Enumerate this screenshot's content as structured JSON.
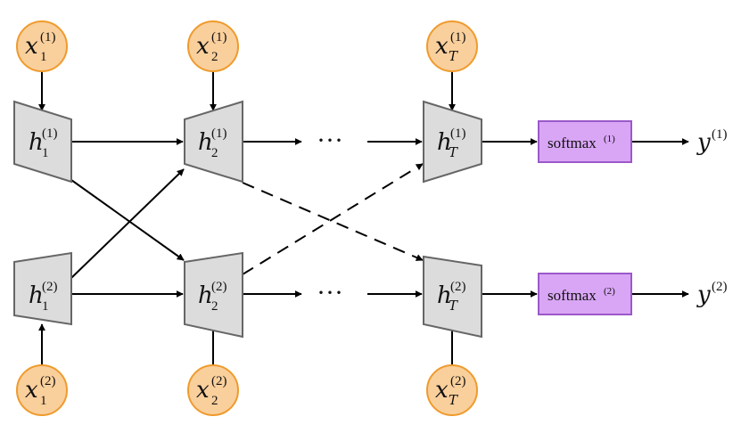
{
  "diagram": {
    "inputs_top": [
      {
        "base": "x",
        "sub": "1",
        "sup": "(1)"
      },
      {
        "base": "x",
        "sub": "2",
        "sup": "(1)"
      },
      {
        "base": "x",
        "sub": "T",
        "sup": "(1)"
      }
    ],
    "inputs_bottom": [
      {
        "base": "x",
        "sub": "1",
        "sup": "(2)"
      },
      {
        "base": "x",
        "sub": "2",
        "sup": "(2)"
      },
      {
        "base": "x",
        "sub": "T",
        "sup": "(2)"
      }
    ],
    "hidden_top": [
      {
        "base": "h",
        "sub": "1",
        "sup": "(1)"
      },
      {
        "base": "h",
        "sub": "2",
        "sup": "(1)"
      },
      {
        "base": "h",
        "sub": "T",
        "sup": "(1)"
      }
    ],
    "hidden_bottom": [
      {
        "base": "h",
        "sub": "1",
        "sup": "(2)"
      },
      {
        "base": "h",
        "sub": "2",
        "sup": "(2)"
      },
      {
        "base": "h",
        "sub": "T",
        "sup": "(2)"
      }
    ],
    "ellipsis": "···",
    "softmax_top": {
      "label": "softmax",
      "sup": "(1)"
    },
    "softmax_bottom": {
      "label": "softmax",
      "sup": "(2)"
    },
    "output_top": {
      "base": "y",
      "sup": "(1)"
    },
    "output_bottom": {
      "base": "y",
      "sup": "(2)"
    },
    "colors": {
      "input_fill": "#f9cf9c",
      "input_stroke": "#ef9b2d",
      "hidden_fill": "#dcdcdc",
      "hidden_stroke": "#666666",
      "softmax_fill": "#d9a6f5",
      "softmax_stroke": "#9b59c9",
      "arrow": "#000000"
    }
  }
}
